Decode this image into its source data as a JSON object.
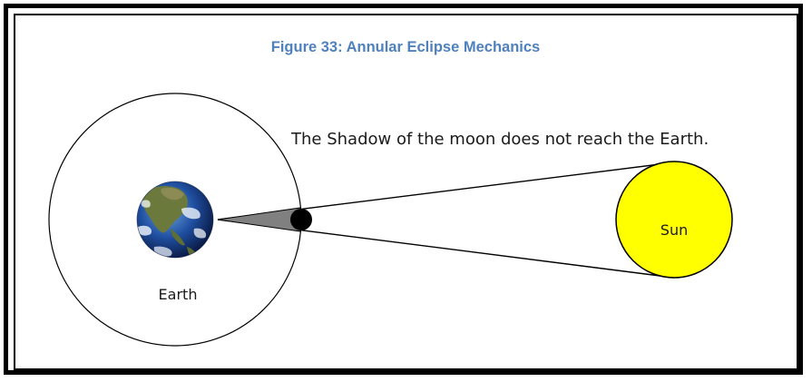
{
  "figure": {
    "caption": "Figure 33: Annular Eclipse Mechanics",
    "caption_color": "#4f81bd"
  },
  "labels": {
    "note": "The Shadow of the moon does not reach the Earth.",
    "earth": "Earth",
    "sun": "Sun"
  },
  "colors": {
    "sun_fill": "#ffff00",
    "moon_fill": "#000000",
    "shadow_fill": "#808080",
    "ocean": "#1f4fa0"
  }
}
